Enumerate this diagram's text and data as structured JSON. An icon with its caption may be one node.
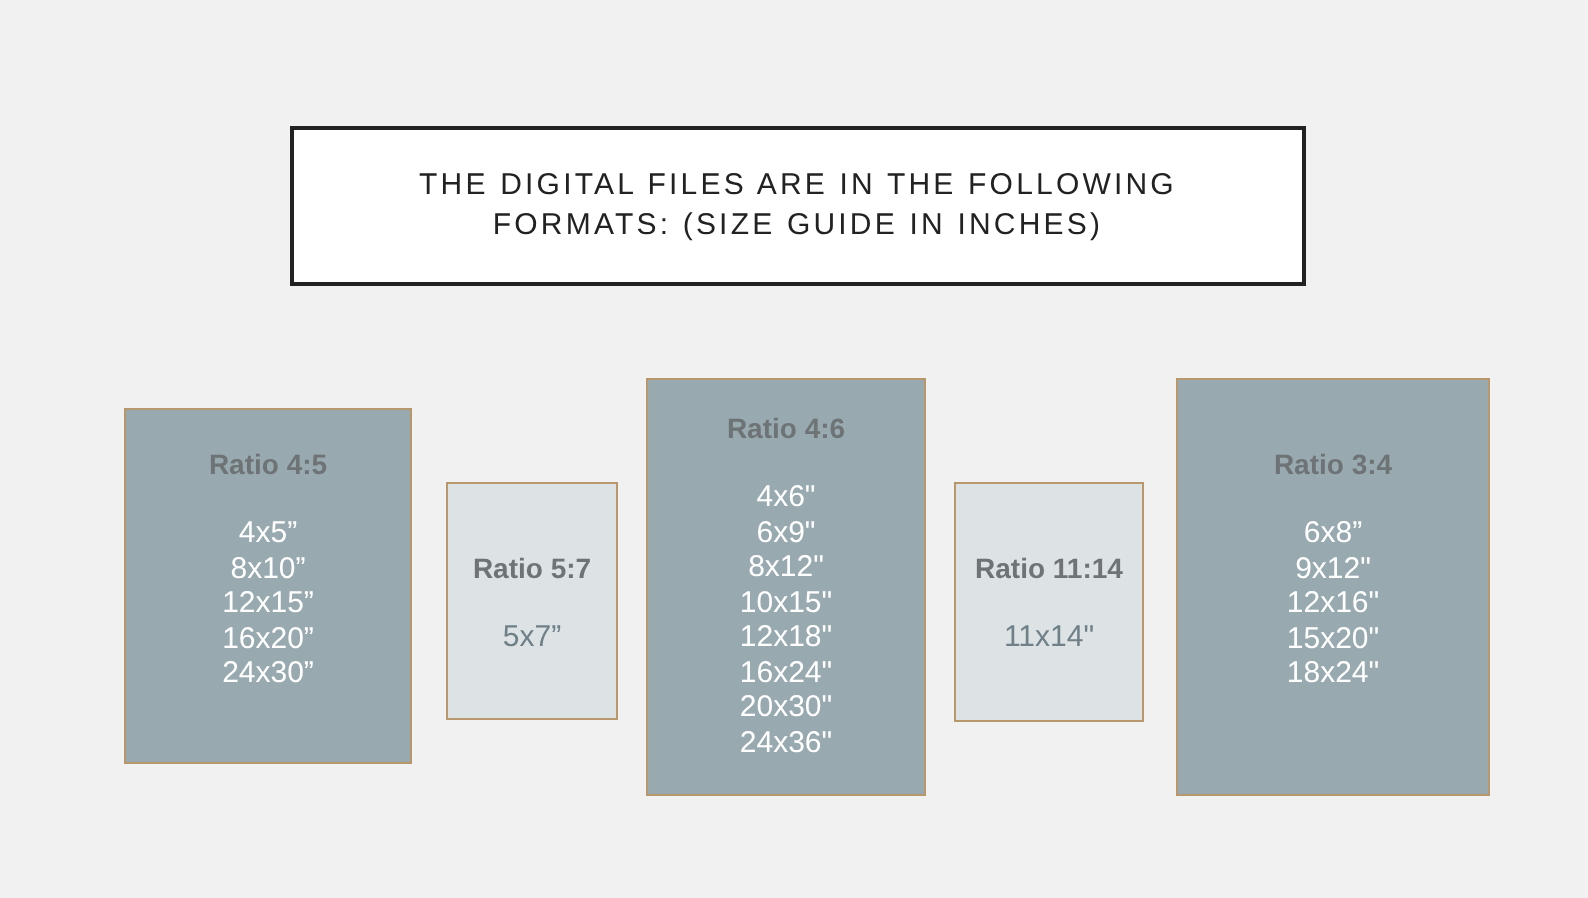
{
  "diagram": {
    "title": "THE DIGITAL FILES ARE IN THE FOLLOWING FORMATS: (SIZE GUIDE IN INCHES)",
    "nodes": [
      {
        "text": [
          "Ratio 4:5",
          "4x5”",
          "8x10”",
          "12x15”",
          "16x20”",
          "24x30”"
        ]
      },
      {
        "text": [
          "Ratio 5:7",
          "5x7”"
        ]
      },
      {
        "text": [
          "Ratio 4:6",
          "4x6\"",
          "6x9\"",
          "8x12\"",
          "10x15\"",
          "12x18\"",
          "16x24\"",
          "20x30\"",
          "24x36\""
        ]
      },
      {
        "text": [
          "Ratio 11:14",
          "11x14\""
        ]
      },
      {
        "text": [
          "Ratio 3:4",
          "6x8”",
          "9x12\"",
          "12x16\"",
          "15x20\"",
          "18x24\""
        ]
      }
    ]
  }
}
